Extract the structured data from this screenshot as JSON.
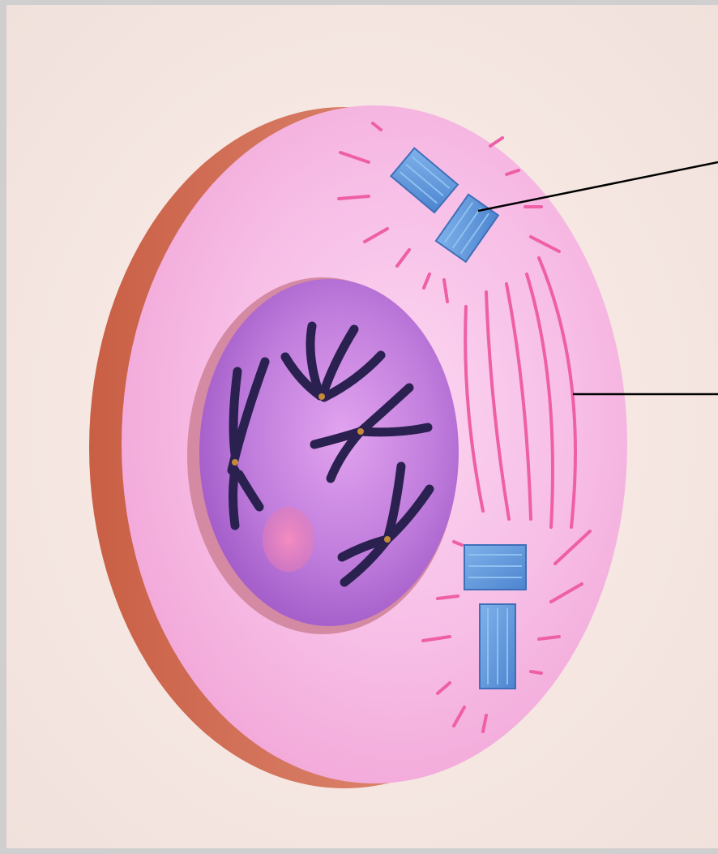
{
  "diagram": {
    "labels": [],
    "colors": {
      "background": "#f6e8e4",
      "frame": "#cfcfcf",
      "cell_face": "#f7b9e4",
      "cell_rim": "#d9745c",
      "nucleus": "#b46cd6",
      "nucleolus": "#ef7fb5",
      "chromosome": "#2a2150",
      "centrosome": "#5b93d8",
      "spindle_fiber": "#ee5fa6",
      "leader_line": "#000000"
    },
    "parts": [
      "cell",
      "nucleus",
      "nucleolus",
      "chromosomes",
      "centrosome-pair",
      "spindle-fibers",
      "leader-lines"
    ]
  }
}
